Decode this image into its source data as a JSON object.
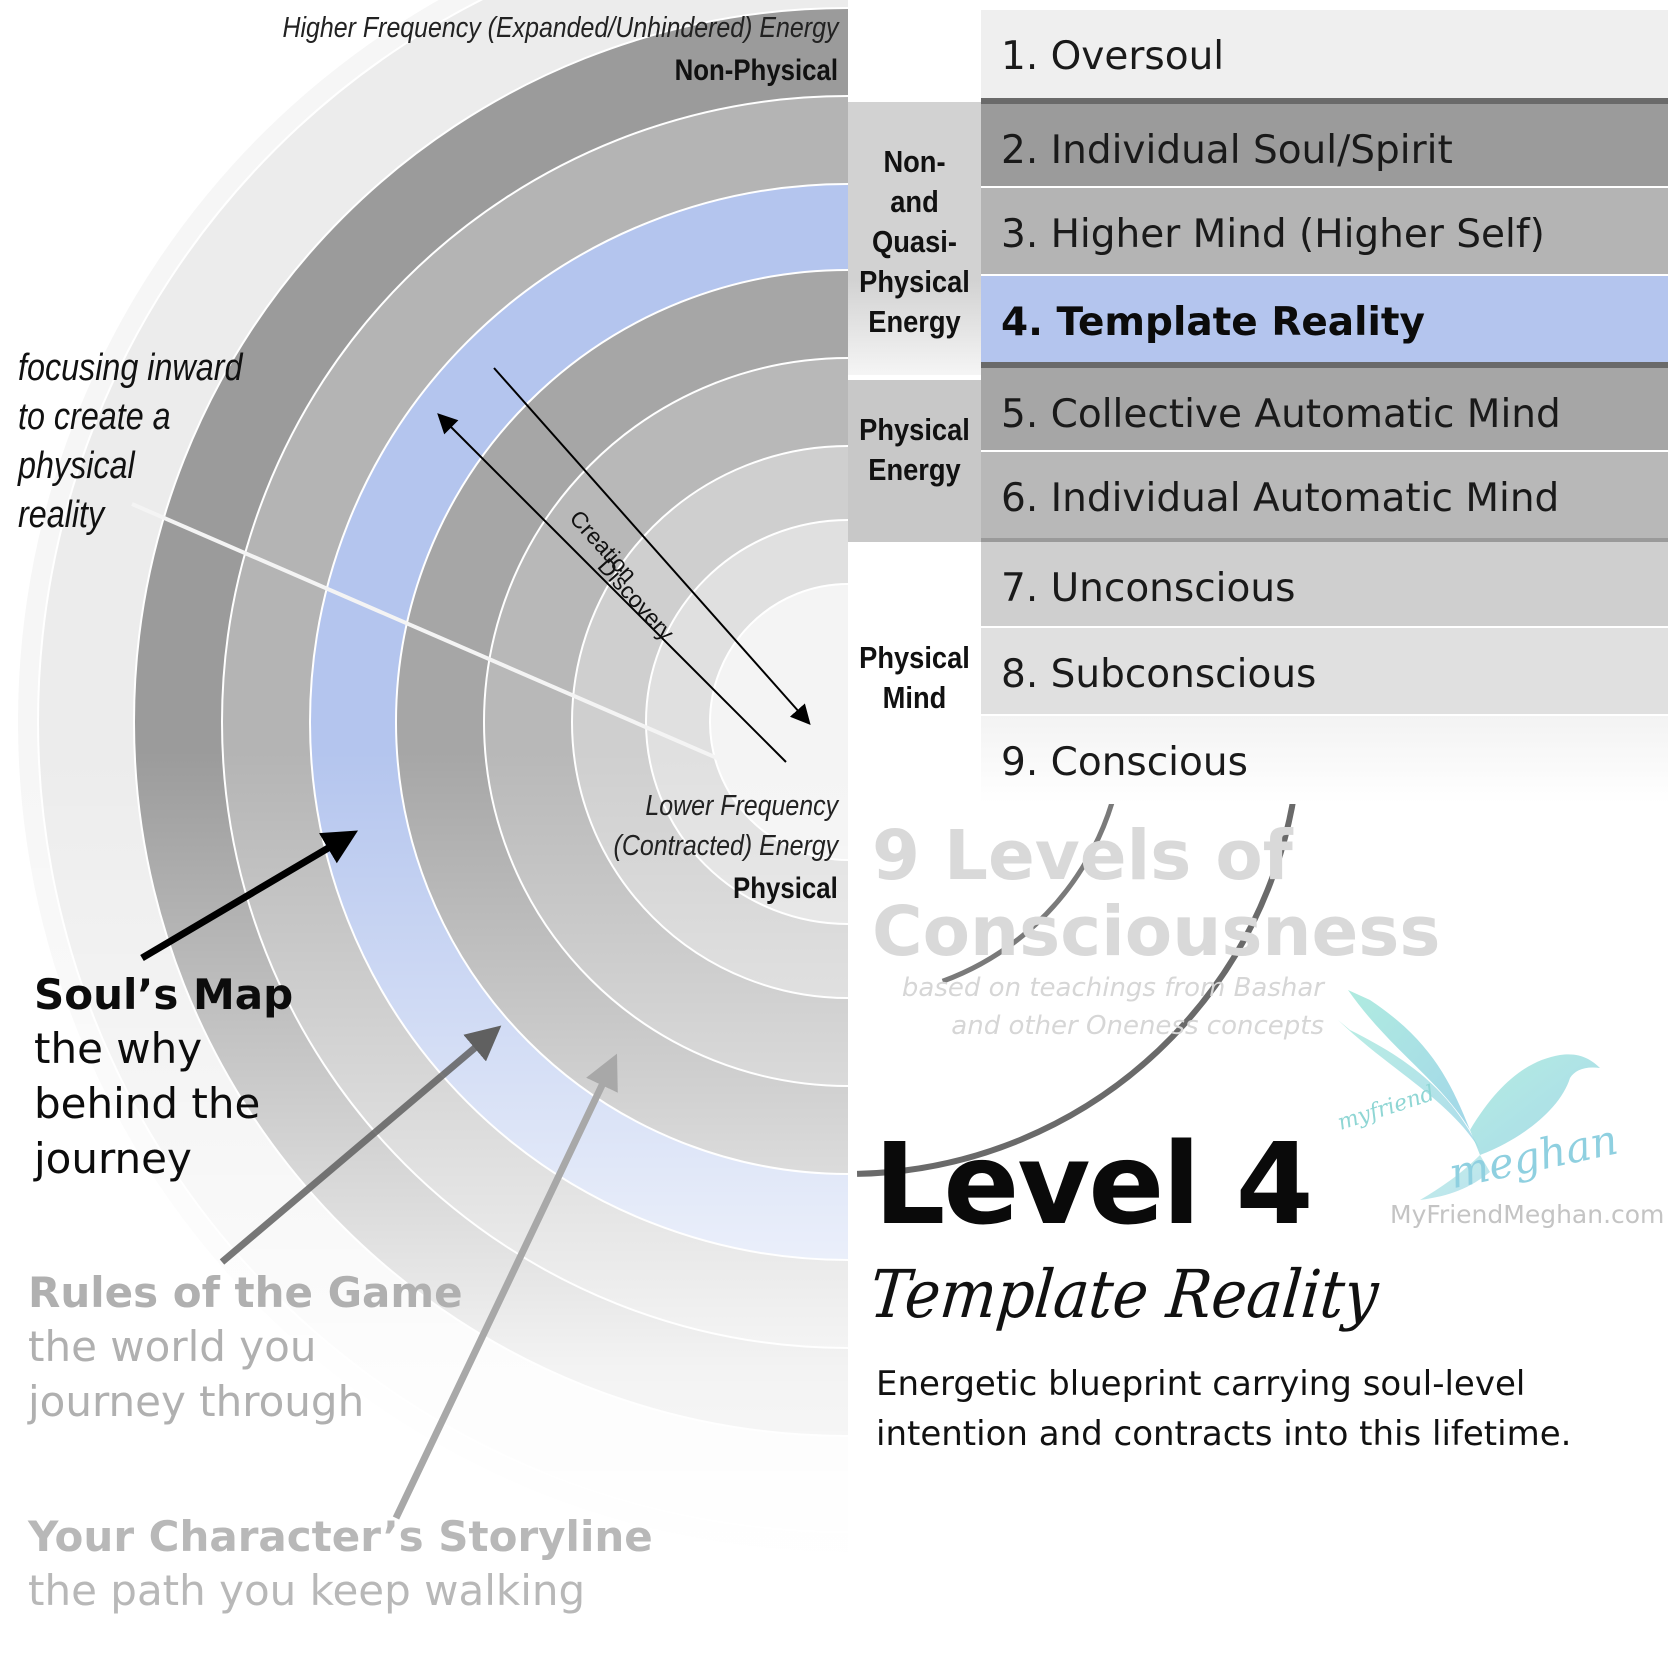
{
  "header": {
    "higher_frequency": "Higher Frequency (Expanded/Unhindered) Energy",
    "non_physical": "Non-Physical",
    "lower_frequency_1": "Lower Frequency",
    "lower_frequency_2": "(Contracted) Energy",
    "physical": "Physical"
  },
  "levels": [
    {
      "label": "1. Oversoul",
      "color": "#ececec"
    },
    {
      "label": "2. Individual Soul/Spirit",
      "color": "#9b9b9b"
    },
    {
      "label": "3. Higher Mind (Higher Self)",
      "color": "#b4b4b4"
    },
    {
      "label": "4. Template Reality",
      "color": "#b4c5ee"
    },
    {
      "label": "5. Collective Automatic Mind",
      "color": "#a6a6a6"
    },
    {
      "label": "6. Individual Automatic Mind",
      "color": "#b8b8b8"
    },
    {
      "label": "7. Unconscious",
      "color": "#cfcfcf"
    },
    {
      "label": "8. Subconscious",
      "color": "#e0e0e0"
    },
    {
      "label": "9. Conscious",
      "color": "#f4f4f4"
    }
  ],
  "bands": {
    "non_quasi_1": "Non- and",
    "non_quasi_2": "Quasi-",
    "non_quasi_3": "Physical",
    "non_quasi_4": "Energy",
    "physical_energy_1": "Physical",
    "physical_energy_2": "Energy",
    "physical_mind_1": "Physical",
    "physical_mind_2": "Mind"
  },
  "arrows": {
    "creation": "Creation",
    "discovery": "Discovery"
  },
  "focusing": {
    "line1": "focusing inward",
    "line2": "to create a",
    "line3": "physical",
    "line4": "reality"
  },
  "title": {
    "line1": "9 Levels of",
    "line2": "Consciousness",
    "based1": "based on teachings from Bashar",
    "based2": "and other Oneness concepts"
  },
  "logo": {
    "my_friend": "myfriend",
    "meghan": "meghan",
    "site": "MyFriendMeghan.com"
  },
  "level_focus": {
    "title": "Level 4",
    "subtitle": "Template Reality",
    "desc1": "Energetic blueprint carrying soul-level",
    "desc2": "intention and contracts into this lifetime."
  },
  "legend": {
    "souls_map": {
      "title": "Soul’s Map",
      "line1": "the why",
      "line2": "behind the",
      "line3": "journey"
    },
    "rules": {
      "title": "Rules of the Game",
      "line1": "the world you",
      "line2": "journey through"
    },
    "storyline": {
      "title": "Your Character’s Storyline",
      "line1": "the path you keep walking"
    }
  },
  "colors": {
    "highlight_blue": "#b4c5ee",
    "legend_gray": "#b4b4b4"
  }
}
